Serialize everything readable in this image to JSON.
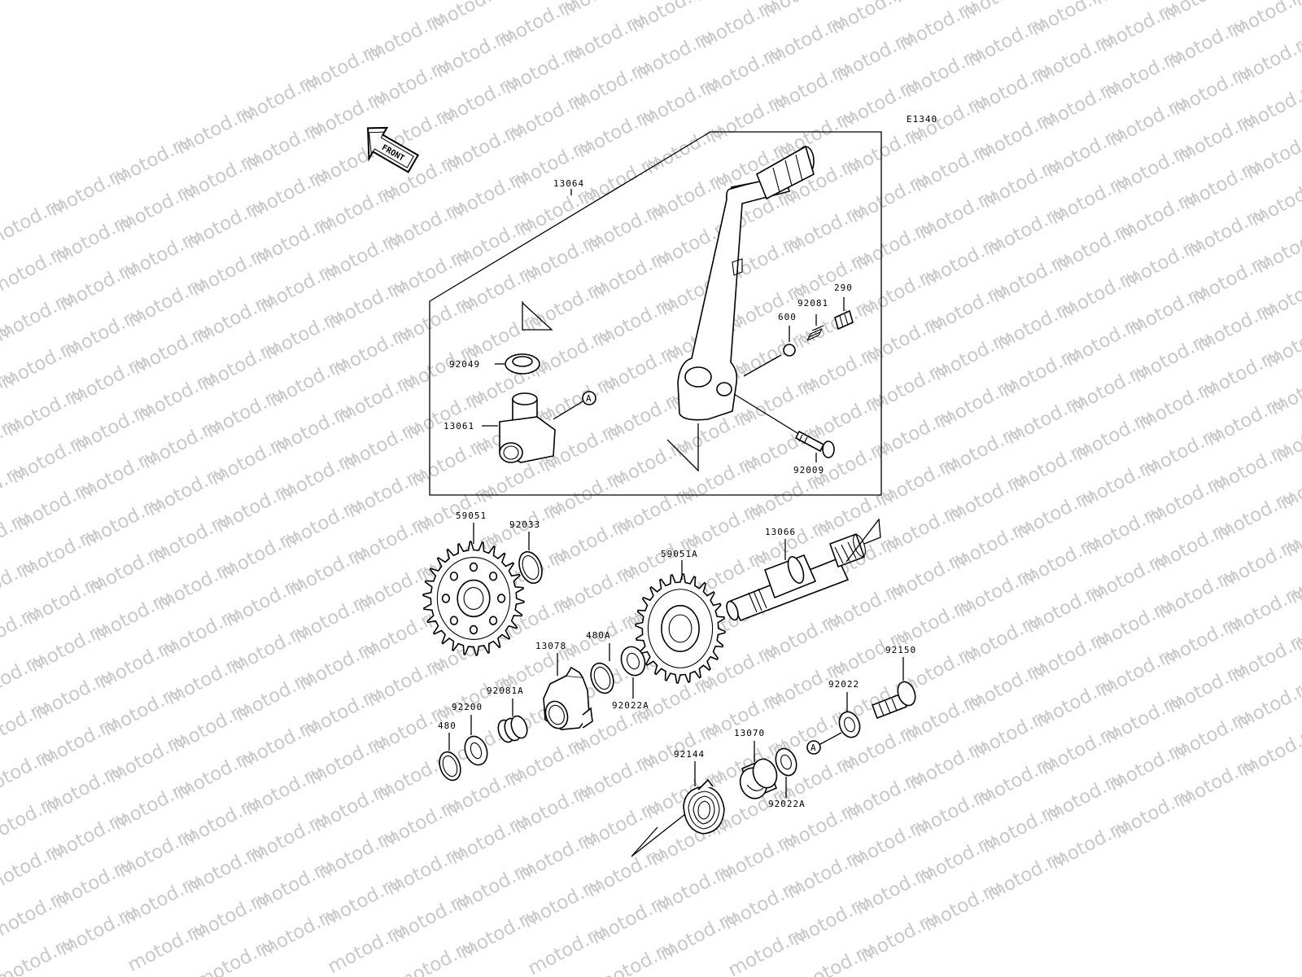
{
  "diagram_code": "E1340",
  "front_label": "FRONT",
  "watermark": "motod.ru",
  "callout_a": "A",
  "parts": {
    "p13064": "13064",
    "p92049": "92049",
    "p13061": "13061",
    "p600": "600",
    "p92081": "92081",
    "p290": "290",
    "p92009": "92009",
    "p59051": "59051",
    "p92033": "92033",
    "p13066": "13066",
    "p59051A": "59051A",
    "p480A": "480A",
    "p13078": "13078",
    "p92022A_1": "92022A",
    "p92081A": "92081A",
    "p92200": "92200",
    "p480": "480",
    "p92150": "92150",
    "p92022": "92022",
    "p13070": "13070",
    "p92144": "92144",
    "p92022A_2": "92022A"
  }
}
